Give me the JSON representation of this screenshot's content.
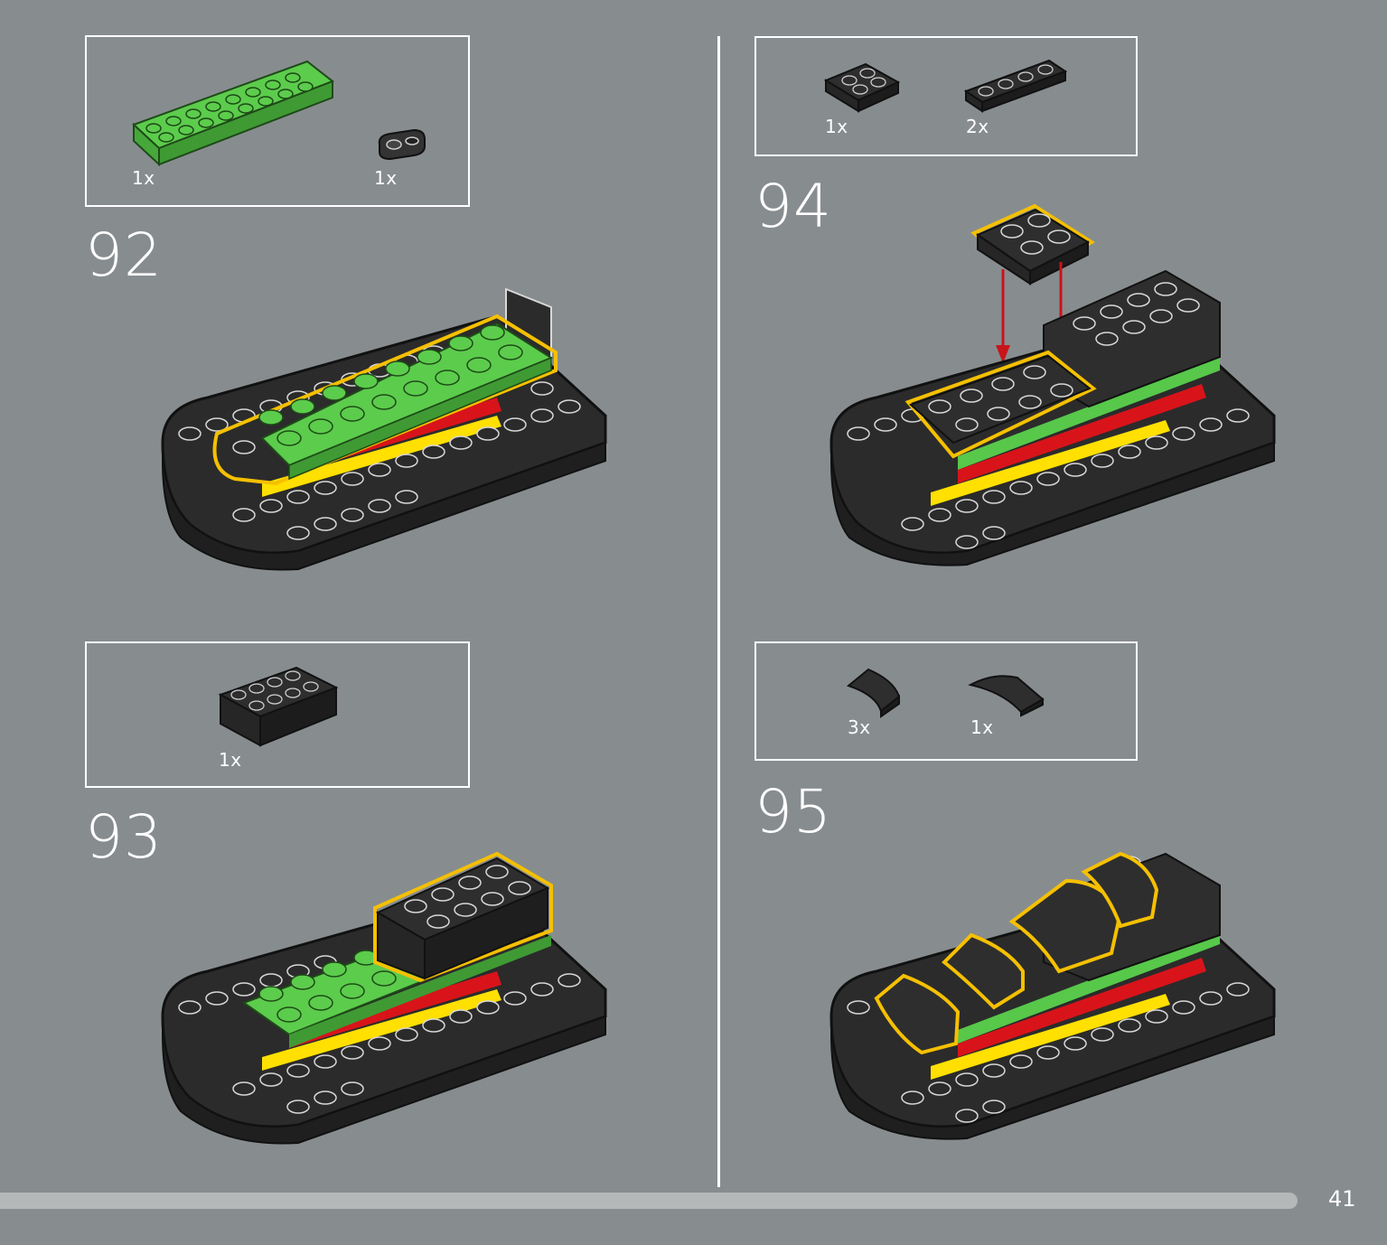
{
  "page_number": "41",
  "colors": {
    "background": "#878d8f",
    "brick_black": "#2b2b2b",
    "brick_green": "#57c84a",
    "brick_red": "#d8141a",
    "brick_yellow": "#ffe000",
    "highlight": "#f5c000",
    "arrow": "#c8151b"
  },
  "steps": [
    {
      "number": "92",
      "parts": [
        {
          "qty": "1x",
          "part": "green-plate-2x8-icon"
        },
        {
          "qty": "1x",
          "part": "black-plate-1x2-rounded-icon"
        }
      ]
    },
    {
      "number": "93",
      "parts": [
        {
          "qty": "1x",
          "part": "black-brick-2x4-icon"
        }
      ]
    },
    {
      "number": "94",
      "parts": [
        {
          "qty": "1x",
          "part": "black-plate-2x2-icon"
        },
        {
          "qty": "2x",
          "part": "black-plate-1x4-icon"
        }
      ]
    },
    {
      "number": "95",
      "parts": [
        {
          "qty": "3x",
          "part": "black-slope-curved-2x2-icon"
        },
        {
          "qty": "1x",
          "part": "black-slope-curved-2x1-icon"
        }
      ]
    }
  ]
}
